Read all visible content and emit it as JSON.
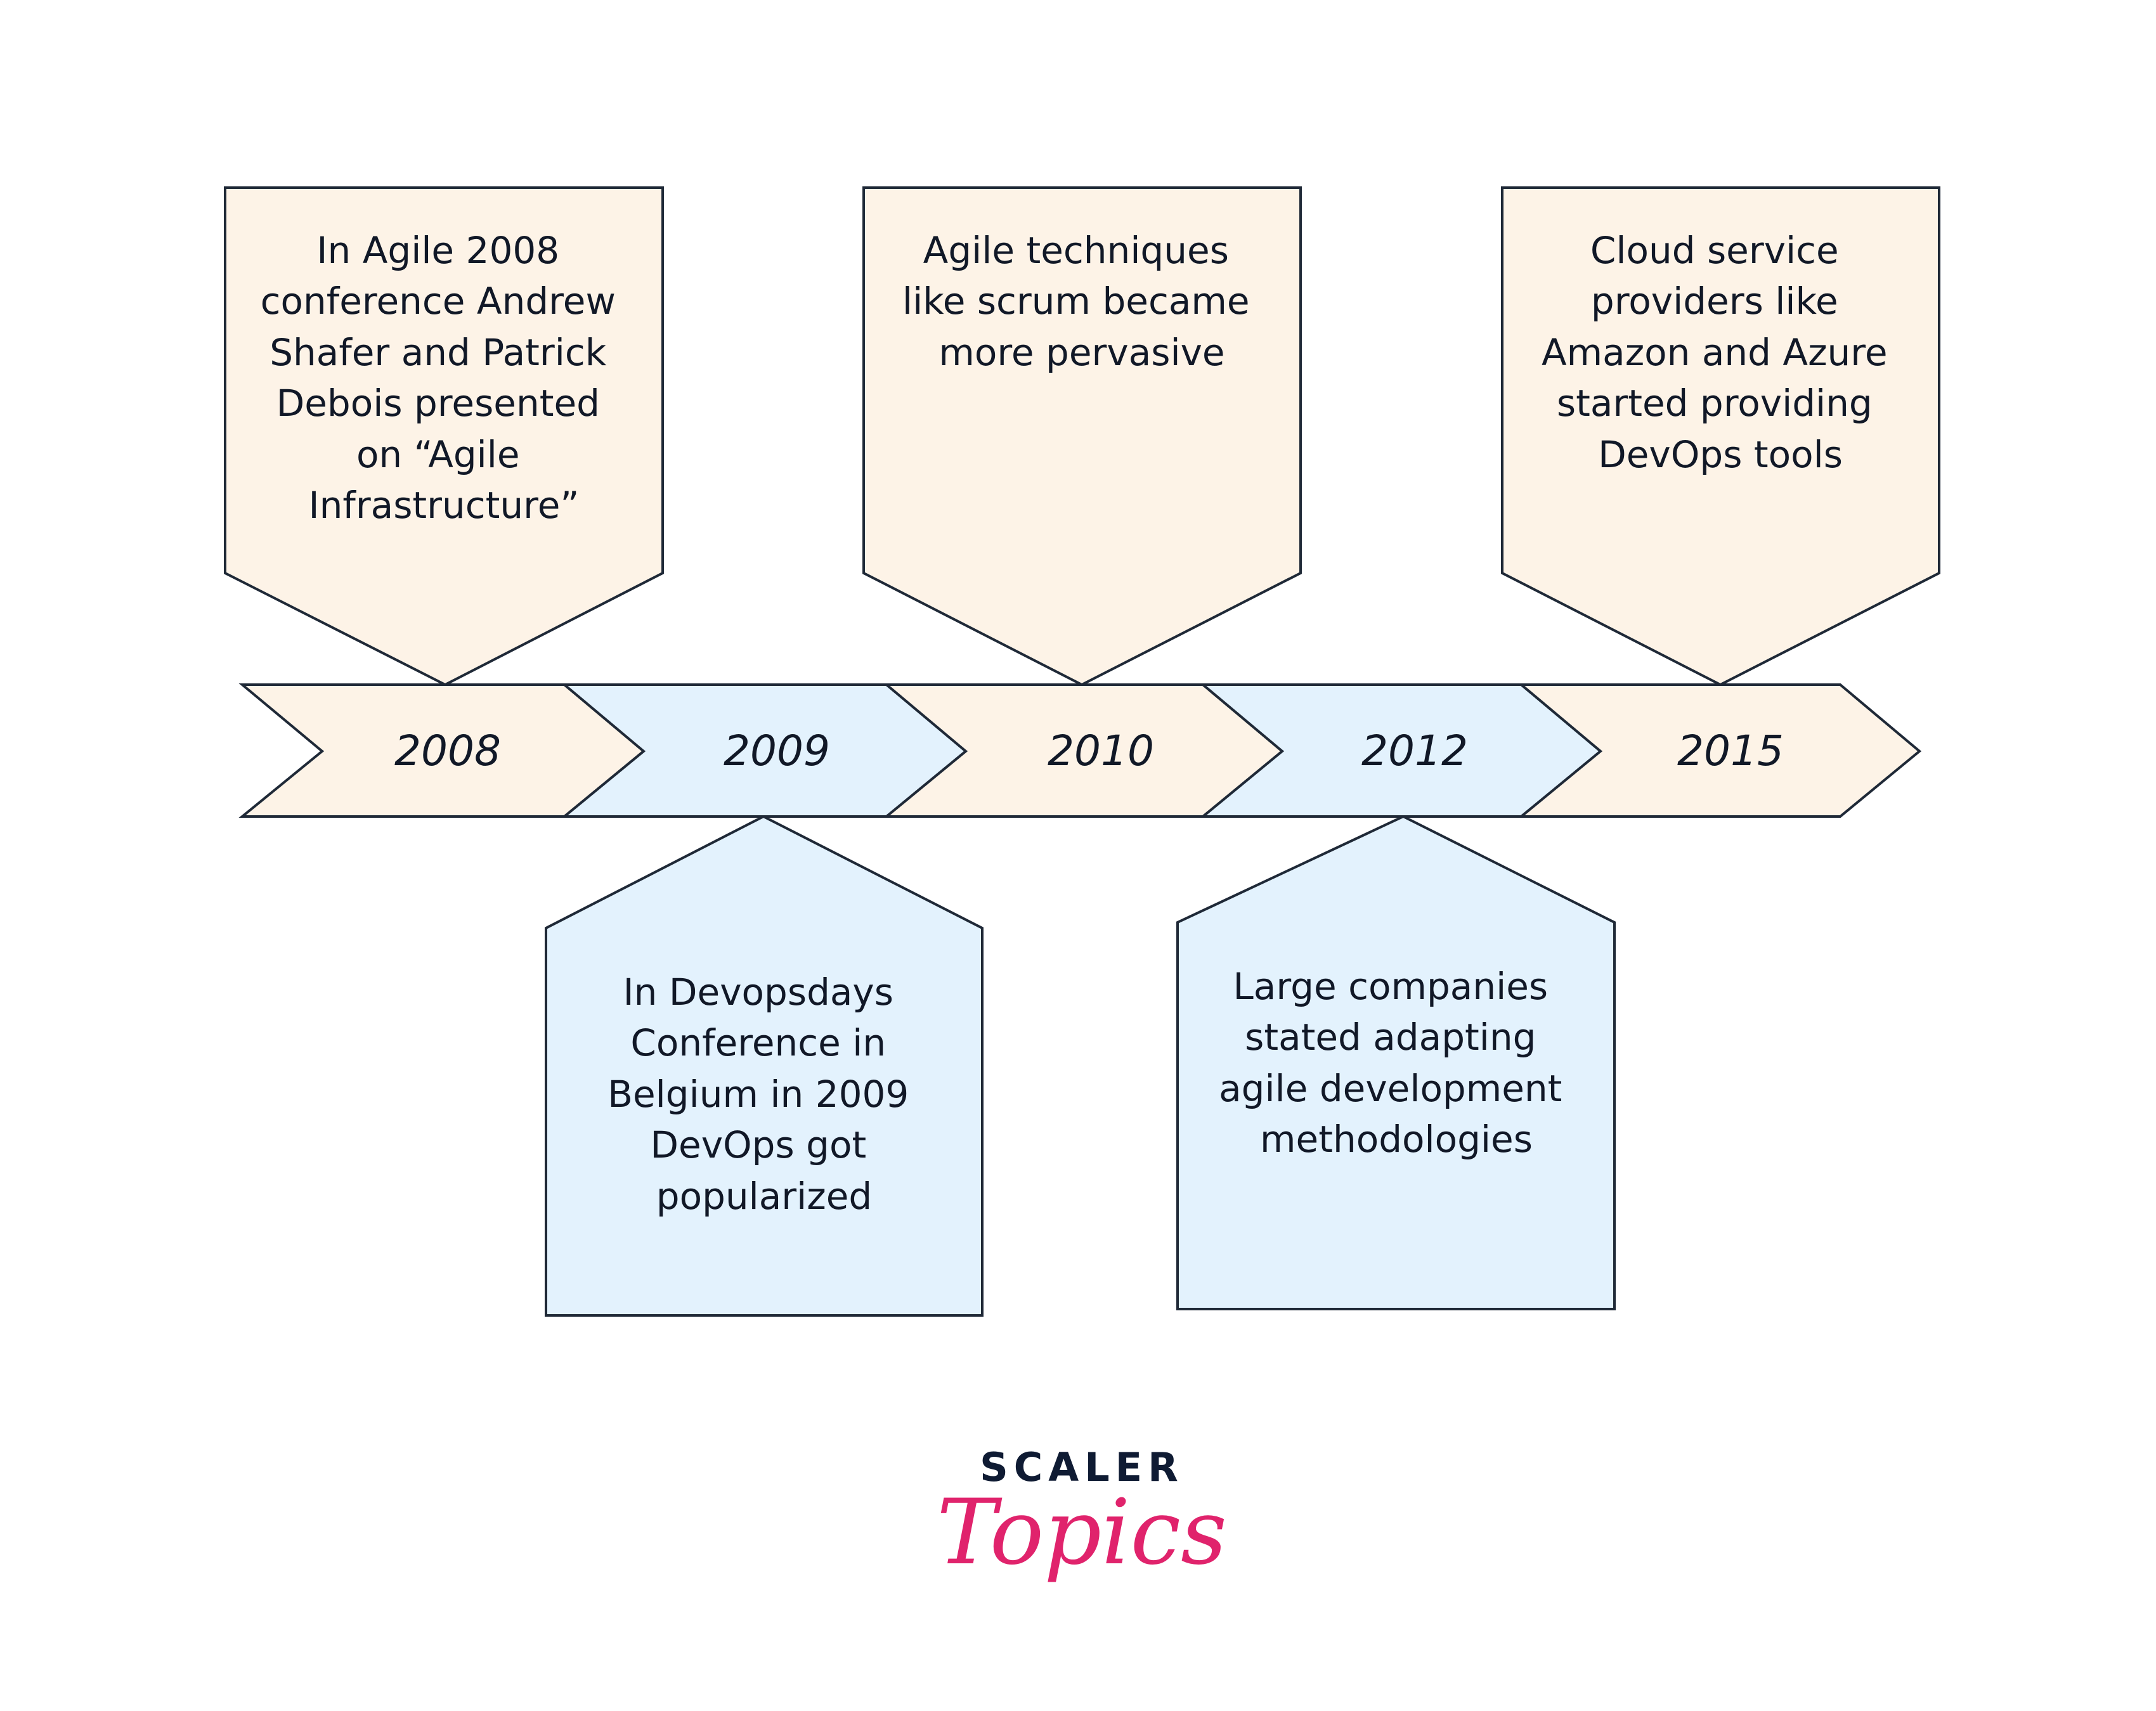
{
  "timeline": {
    "years": [
      {
        "label": "2008",
        "fill": "#fdf3e7"
      },
      {
        "label": "2009",
        "fill": "#e3f2fd"
      },
      {
        "label": "2010",
        "fill": "#fdf3e7"
      },
      {
        "label": "2012",
        "fill": "#e3f2fd"
      },
      {
        "label": "2015",
        "fill": "#fdf3e7"
      }
    ]
  },
  "events": {
    "e2008": {
      "year": "2008",
      "position": "above",
      "fill": "#fdf3e7",
      "lines": [
        "In Agile 2008",
        "conference Andrew",
        "Shafer and Patrick",
        "Debois presented",
        "on “Agile",
        "Infrastructure”"
      ]
    },
    "e2009": {
      "year": "2009",
      "position": "below",
      "fill": "#e3f2fd",
      "lines": [
        "In Devopsdays",
        "Conference in",
        "Belgium in 2009",
        "DevOps got",
        "popularized"
      ]
    },
    "e2010": {
      "year": "2010",
      "position": "above",
      "fill": "#fdf3e7",
      "lines": [
        "Agile techniques",
        "like scrum became",
        "more pervasive"
      ]
    },
    "e2012": {
      "year": "2012",
      "position": "below",
      "fill": "#e3f2fd",
      "lines": [
        "Large companies",
        "stated adapting",
        "agile development",
        "methodologies"
      ]
    },
    "e2015": {
      "year": "2015",
      "position": "above",
      "fill": "#fdf3e7",
      "lines": [
        "Cloud service",
        "providers like",
        "Amazon and Azure",
        "started providing",
        "DevOps tools"
      ]
    }
  },
  "logo": {
    "line1": "SCALER",
    "line2": "Topics",
    "color_dark": "#0f1b33",
    "color_accent": "#e0236c"
  },
  "colors": {
    "stroke": "#1f2937",
    "text": "#111827"
  }
}
